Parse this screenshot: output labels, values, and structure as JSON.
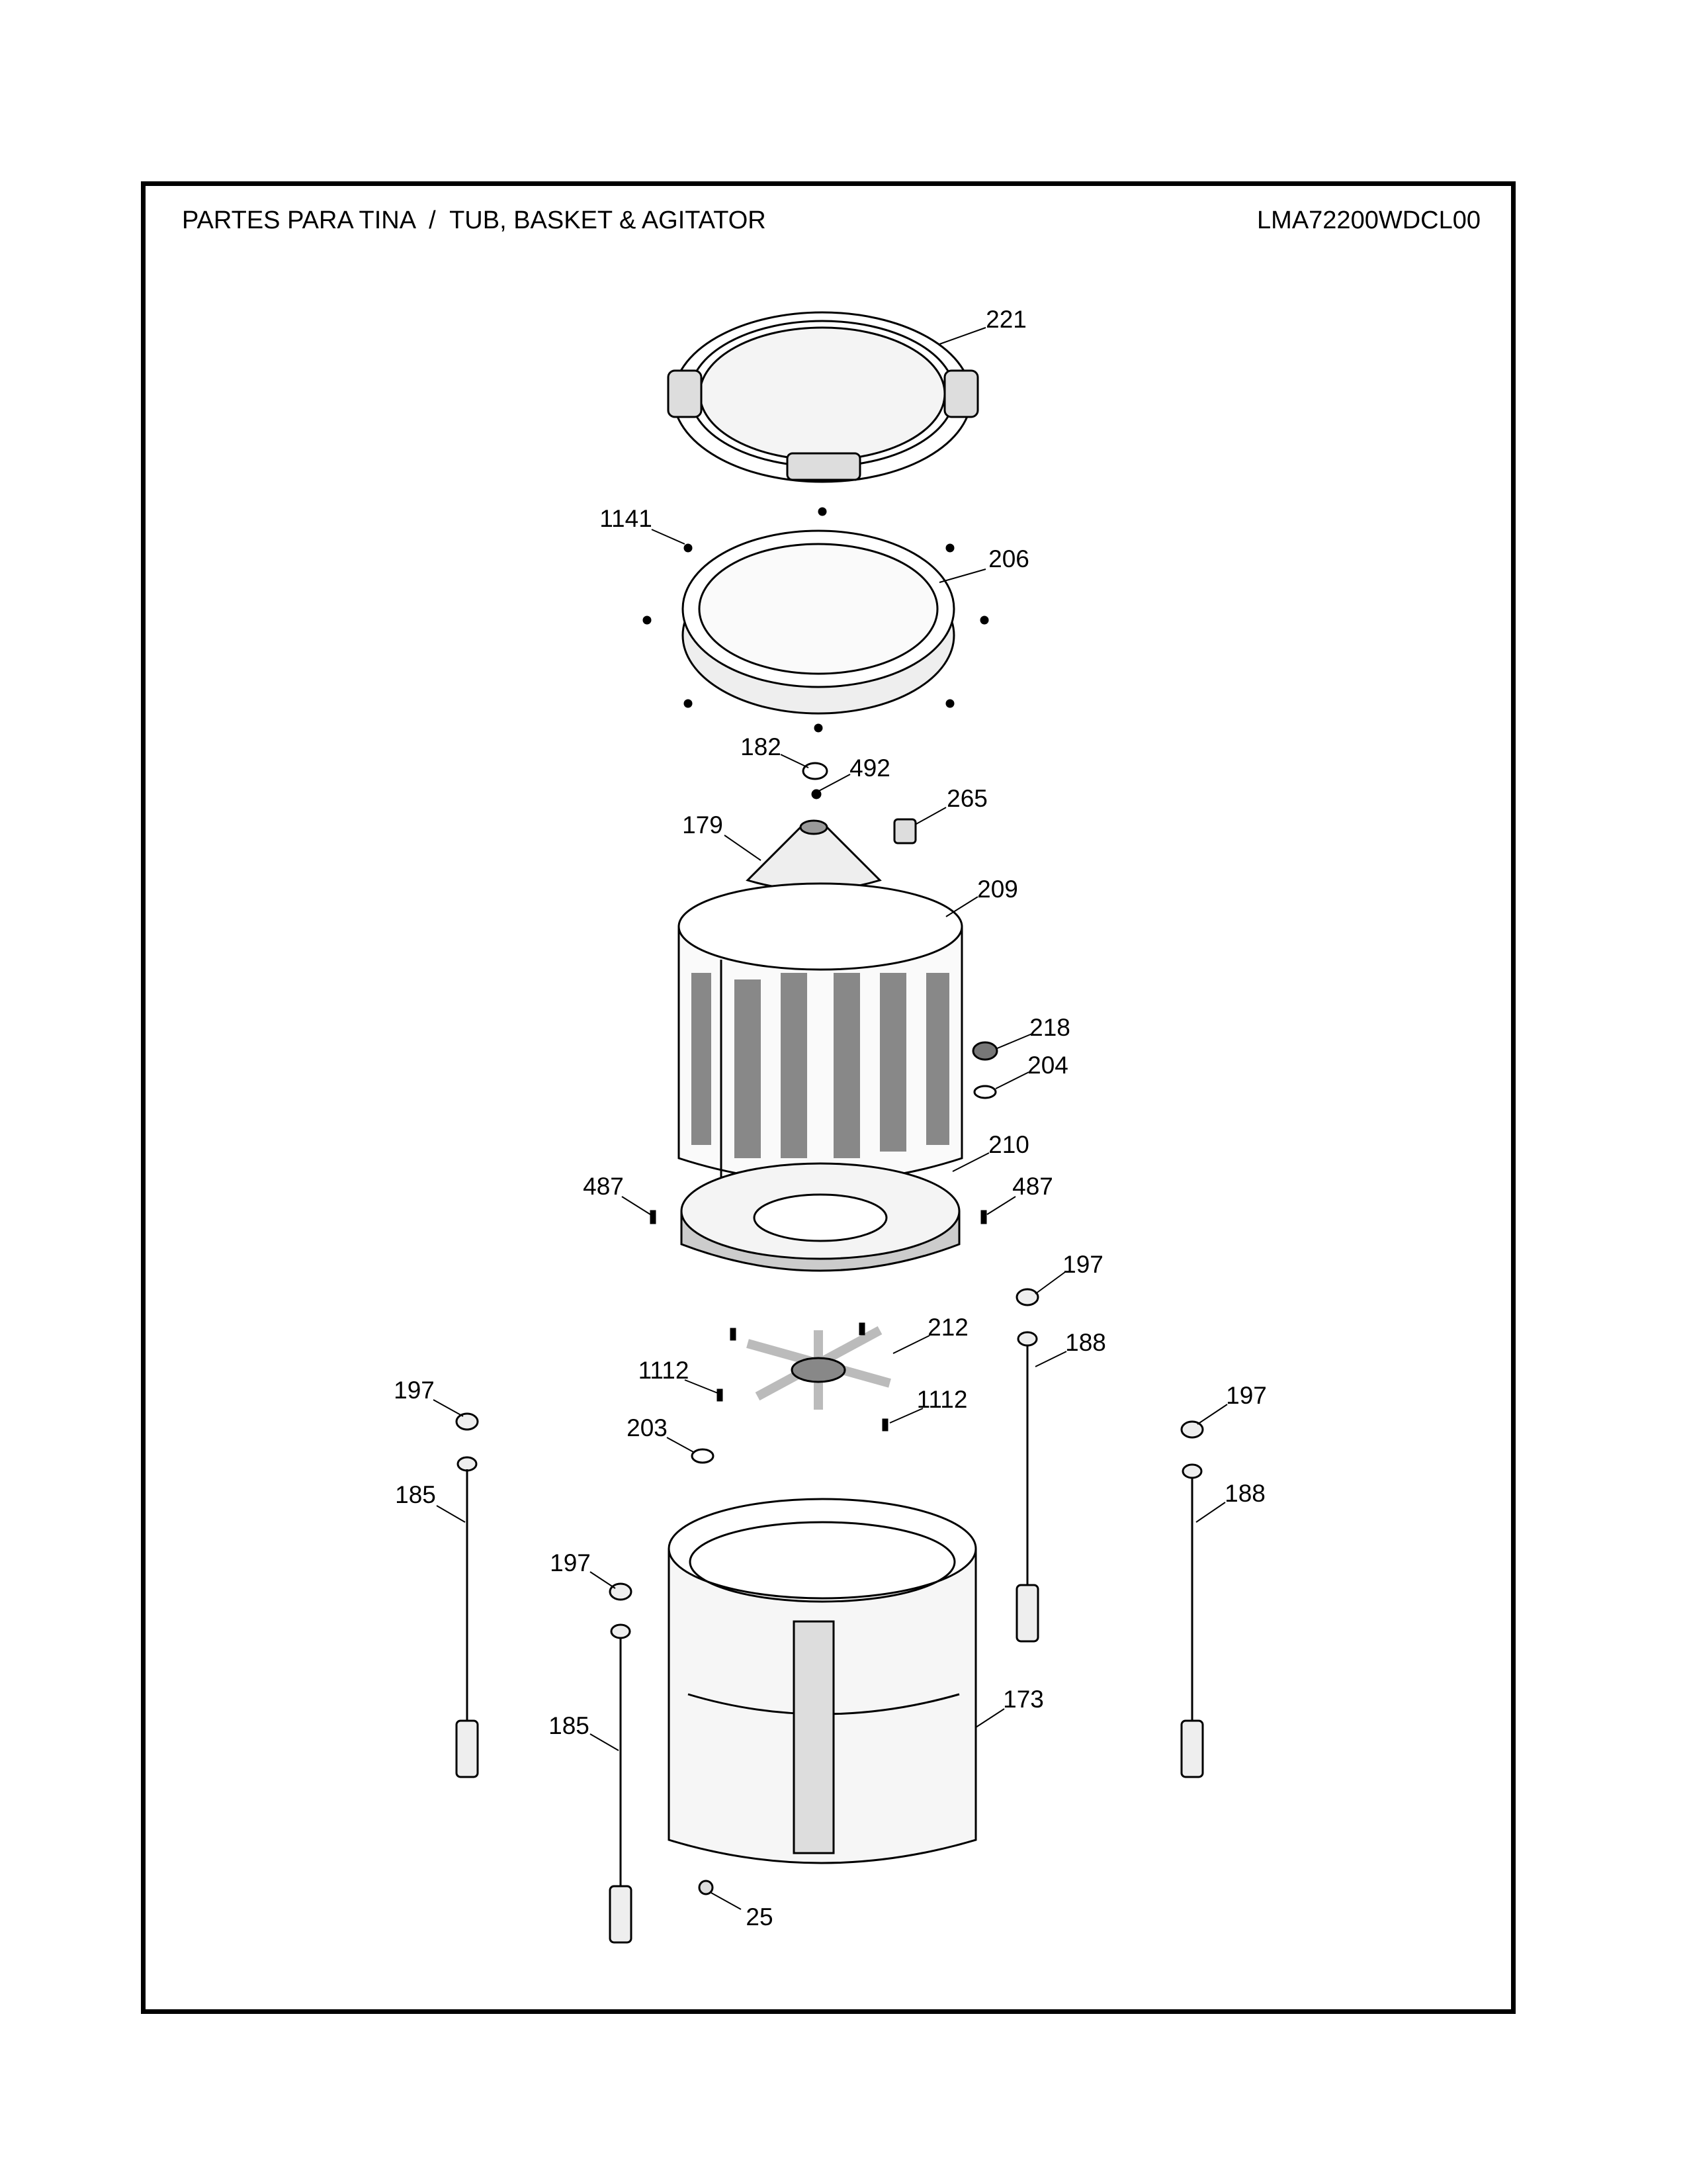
{
  "header": {
    "title": "PARTES PARA TINA  /  TUB, BASKET & AGITATOR",
    "model": "LMA72200WDCL00"
  },
  "callouts": [
    "221",
    "1141",
    "206",
    "182",
    "492",
    "265",
    "179",
    "209",
    "218",
    "204",
    "210",
    "487",
    "487",
    "197",
    "212",
    "188",
    "1112",
    "1112",
    "197",
    "197",
    "203",
    "185",
    "188",
    "197",
    "173",
    "185",
    "25"
  ]
}
